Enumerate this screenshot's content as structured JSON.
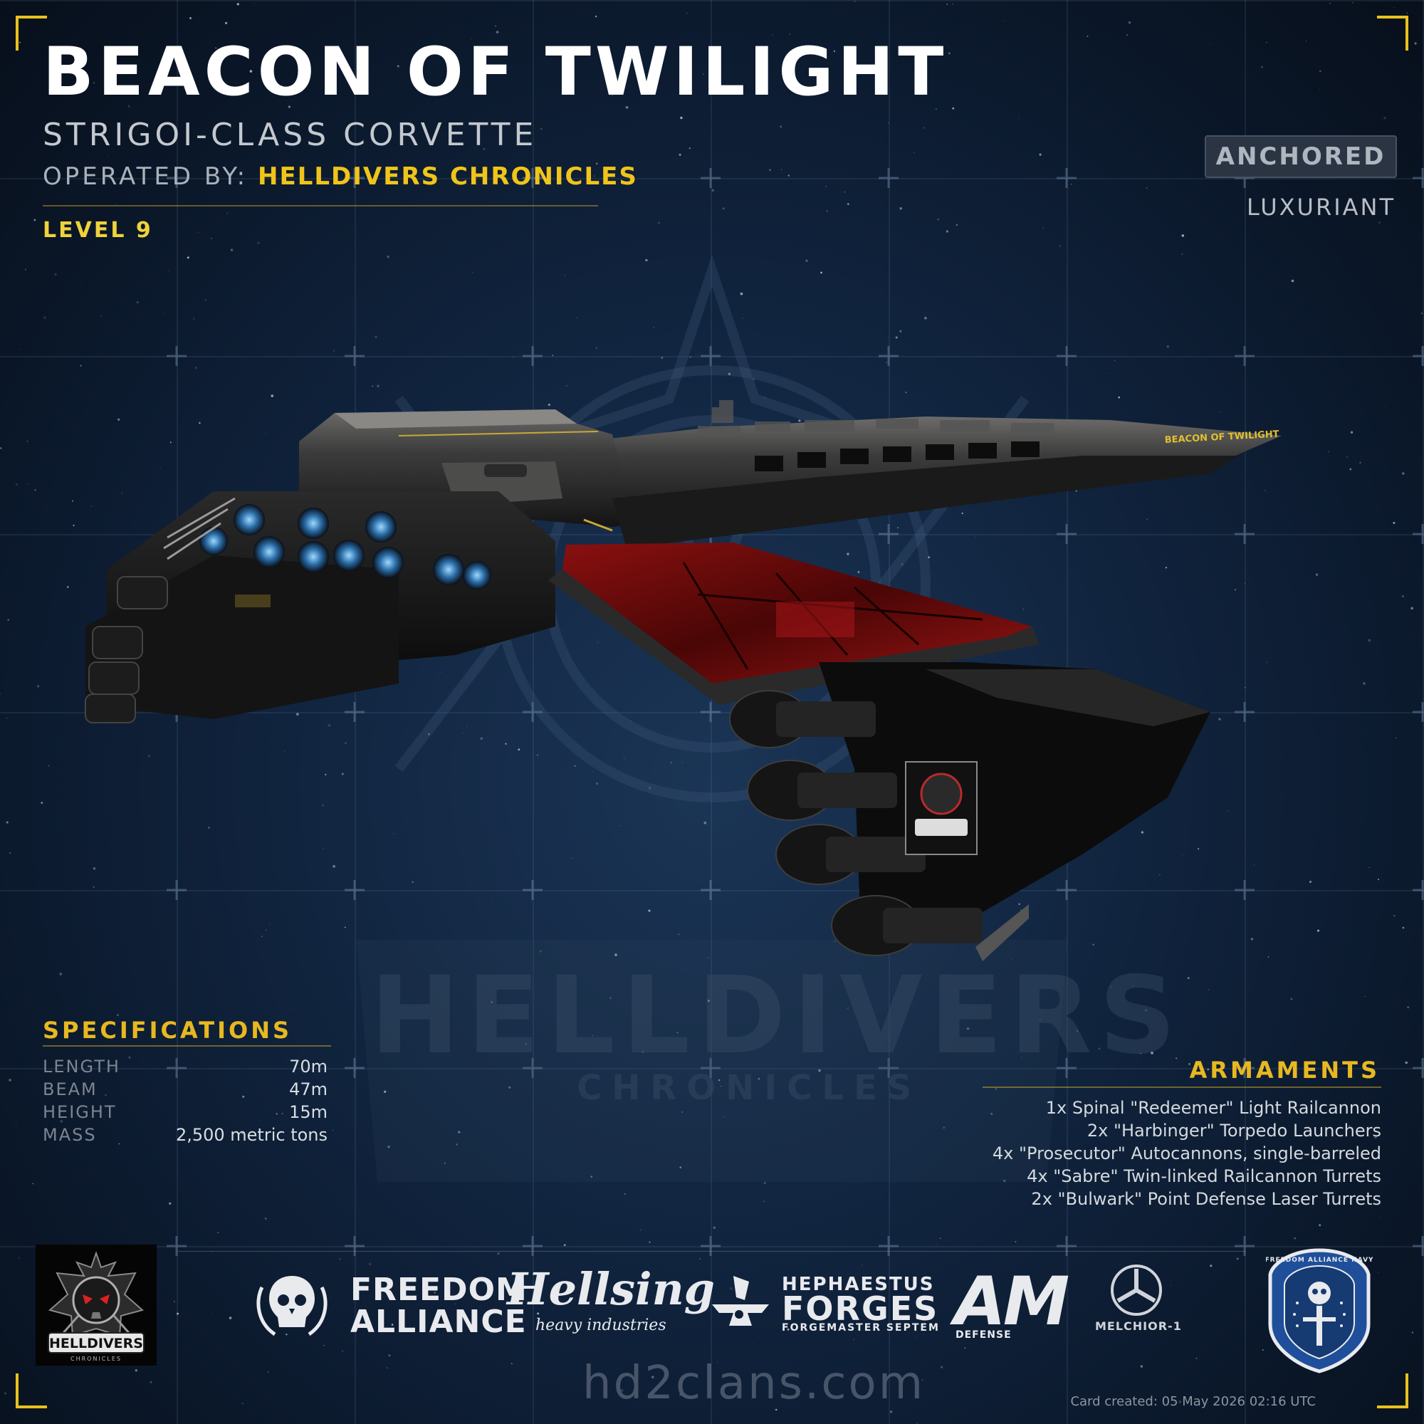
{
  "title": "BEACON OF TWILIGHT",
  "subtitle": "STRIGOI-CLASS CORVETTE",
  "operated_label": "OPERATED BY:",
  "operator": "HELLDIVERS CHRONICLES",
  "level": "LEVEL 9",
  "status_badge": "ANCHORED",
  "status_sub": "LUXURIANT",
  "hull_name_text": "BEACON OF TWILIGHT",
  "watermark": {
    "main": "HELLDIVERS",
    "sub": "CHRONICLES"
  },
  "specifications": {
    "heading": "SPECIFICATIONS",
    "rows": [
      {
        "label": "LENGTH",
        "value": "70m"
      },
      {
        "label": "BEAM",
        "value": "47m"
      },
      {
        "label": "HEIGHT",
        "value": "15m"
      },
      {
        "label": "MASS",
        "value": "2,500 metric tons"
      }
    ]
  },
  "armaments": {
    "heading": "ARMAMENTS",
    "items": [
      "1x Spinal \"Redeemer\" Light Railcannon",
      "2x \"Harbinger\" Torpedo Launchers",
      "4x \"Prosecutor\" Autocannons, single-barreled",
      "4x \"Sabre\" Twin-linked Railcannon Turrets",
      "2x \"Bulwark\" Point Defense Laser Turrets"
    ]
  },
  "logos": {
    "helldivers": {
      "name": "HELLDIVERS",
      "sub": "CHRONICLES"
    },
    "freedom_alliance": {
      "line1": "FREEDOM",
      "line2": "ALLIANCE"
    },
    "hellsing": {
      "line1": "Hellsing",
      "line2": "heavy industries"
    },
    "hephaestus": {
      "line1": "HEPHAESTUS",
      "line2": "FORGES",
      "line3": "FORGEMASTER SEPTEM"
    },
    "am": {
      "line1": "AM",
      "line2": "DEFENSE"
    },
    "melchior": {
      "line1": "MELCHIOR-1"
    },
    "navy": {
      "ring_text": "FREEDOM ALLIANCE NAVY"
    }
  },
  "site": "hd2clans.com",
  "created": "Card created: 05 May 2026 02:16 UTC",
  "colors": {
    "accent": "#f0c419",
    "background": "#0e1f35",
    "hull_red": "#7a0a0a"
  }
}
